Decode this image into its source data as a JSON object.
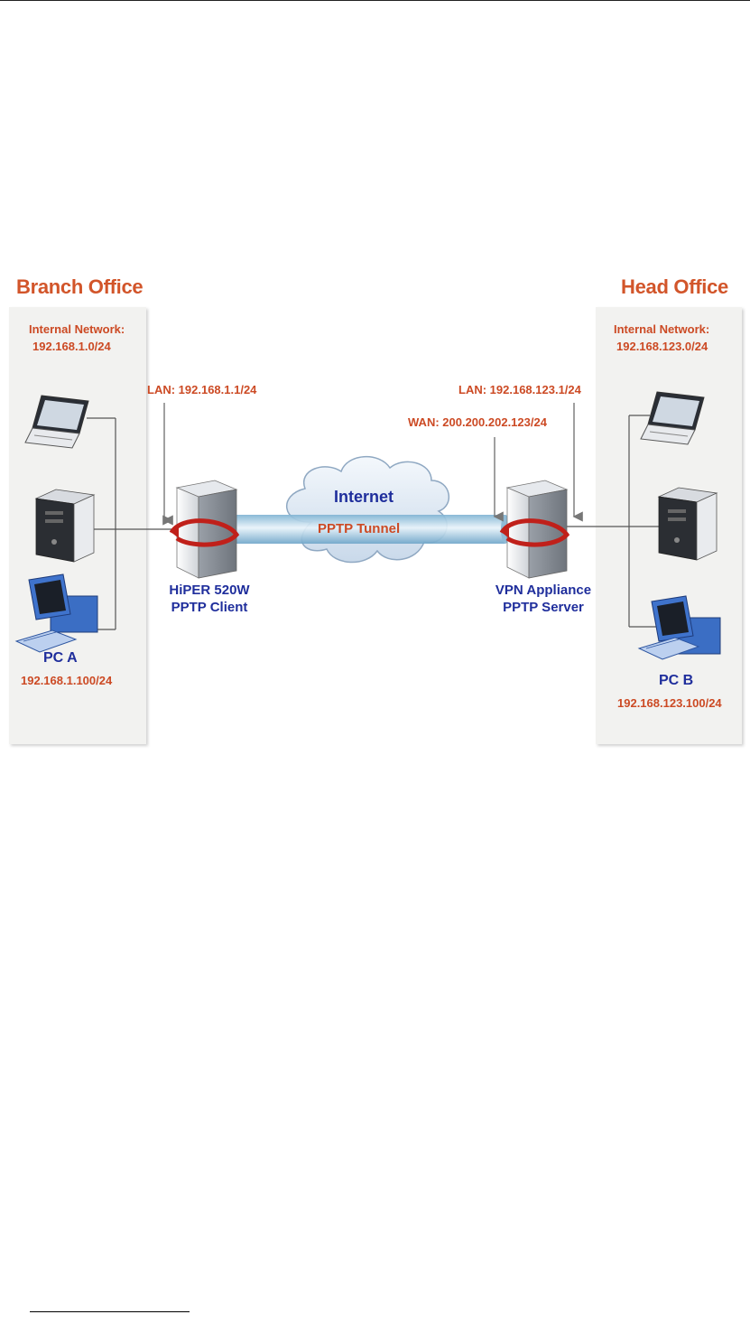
{
  "branch": {
    "title": "Branch Office",
    "internal_network_label": "Internal Network:",
    "internal_network": "192.168.1.0/24",
    "pc_name": "PC A",
    "pc_ip": "192.168.1.100/24",
    "lan": "LAN: 192.168.1.1/24",
    "device_name": "HiPER 520W",
    "device_role": "PPTP Client"
  },
  "head": {
    "title": "Head Office",
    "internal_network_label": "Internal Network:",
    "internal_network": "192.168.123.0/24",
    "pc_name": "PC B",
    "pc_ip": "192.168.123.100/24",
    "lan": "LAN: 192.168.123.1/24",
    "wan": "WAN: 200.200.202.123/24",
    "device_name": "VPN Appliance",
    "device_role": "PPTP Server"
  },
  "internet": {
    "label": "Internet",
    "tunnel_label": "PPTP Tunnel"
  },
  "colors": {
    "title": "#d2552a",
    "label_orange": "#cc4a24",
    "label_blue": "#1f2e9c",
    "panel": "#f2f2f0",
    "tunnel": "#a9cde0"
  }
}
